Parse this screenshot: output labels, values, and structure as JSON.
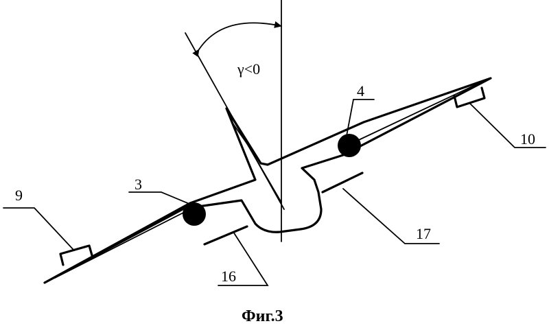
{
  "angle_label": "γ<0",
  "labels": {
    "l3": "3",
    "l4": "4",
    "l9": "9",
    "l10": "10",
    "l16": "16",
    "l17": "17"
  },
  "caption": "Фиг.3"
}
